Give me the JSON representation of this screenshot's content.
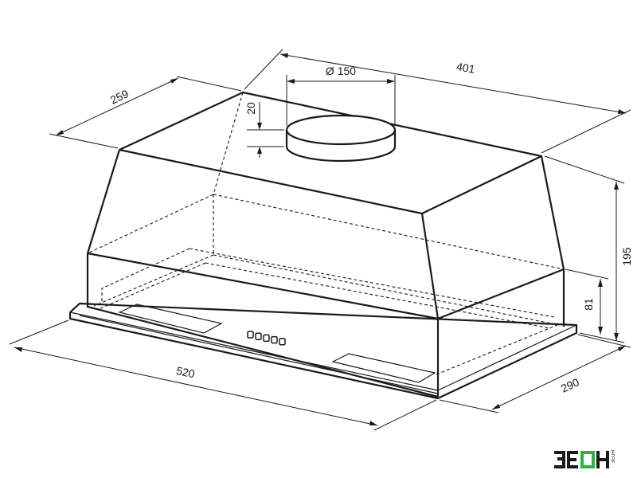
{
  "dimensions": {
    "diameter": "Ø 150",
    "width_top": "401",
    "depth_top": "259",
    "collar_height": "20",
    "total_height": "195",
    "body_height": "81",
    "width_base": "520",
    "depth_base": "290"
  },
  "brand": {
    "logo_text": "ЗЕОН",
    "logo_sub": "ЗЕОН",
    "color_dark": "#1a1a1a",
    "color_green": "#2bb34a"
  },
  "controls": {
    "button_count": 5
  }
}
